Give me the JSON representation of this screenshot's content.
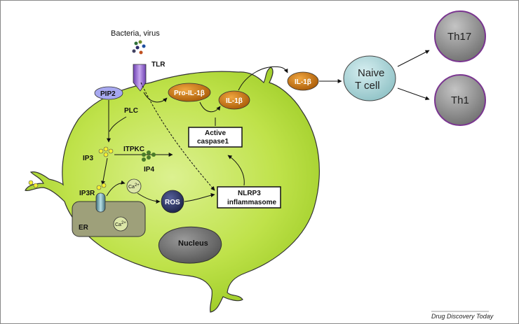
{
  "stimulus": {
    "label": "Bacteria, virus"
  },
  "receptors": {
    "tlr": "TLR",
    "pip2": "PIP2"
  },
  "enzymes": {
    "plc": "PLC",
    "itpkc": "ITPKC"
  },
  "messengers": {
    "ip3": "IP3",
    "ip4": "IP4",
    "ip3r": "IP3R",
    "ca": "Ca",
    "ca_sup": "2+"
  },
  "organelles": {
    "er": "ER",
    "nucleus": "Nucleus"
  },
  "ros": {
    "label": "ROS"
  },
  "inflammasome": {
    "line1": "NLRP3",
    "line2": "inflammasome"
  },
  "caspase": {
    "line1": "Active",
    "line2": "caspase1"
  },
  "cytokines": {
    "pro_il1b": "Pro-IL-1β",
    "il1b_inner": "IL-1β",
    "il1b_outer": "IL-1β"
  },
  "tcells": {
    "naive_line1": "Naive",
    "naive_line2": "T cell",
    "th17": "Th17",
    "th1": "Th1"
  },
  "caption": "Drug Discovery Today",
  "colors": {
    "cell_fill": "#b6dc3a",
    "cell_highlight": "#d8ef8e",
    "naive_fill": "#a7d3d6",
    "th_fill": "#8a8a8a",
    "th_border": "#7a3590",
    "cytokine_fill": "#d07a10",
    "ros_fill": "#2a3360",
    "pip2_fill": "#a7a8f0",
    "tlr_fill": "#9a6fc8",
    "er_fill": "#9ea07a",
    "nucleus_fill": "#6e6e6e"
  }
}
